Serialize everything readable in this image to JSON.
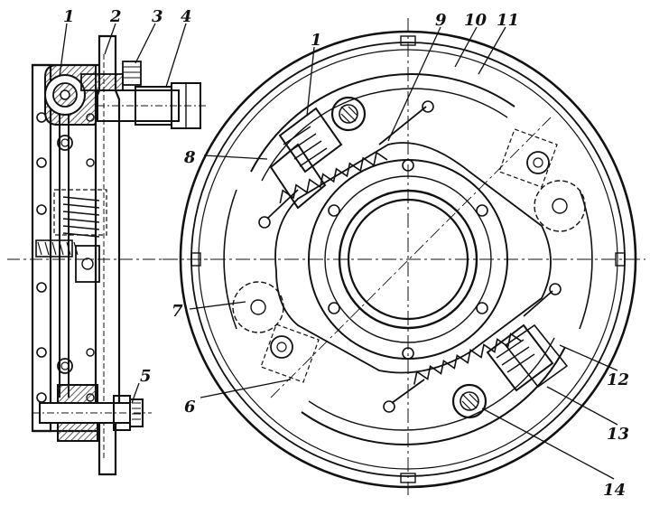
{
  "colors": {
    "ink": "#111111",
    "paper": "#ffffff",
    "hatch": "#333333"
  },
  "labels": {
    "l1_side": "1",
    "l2": "2",
    "l3": "3",
    "l4": "4",
    "l5": "5",
    "l1_front": "1",
    "l6": "6",
    "l7": "7",
    "l8": "8",
    "l9": "9",
    "l10": "10",
    "l11": "11",
    "l12": "12",
    "l13": "13",
    "l14": "14"
  }
}
